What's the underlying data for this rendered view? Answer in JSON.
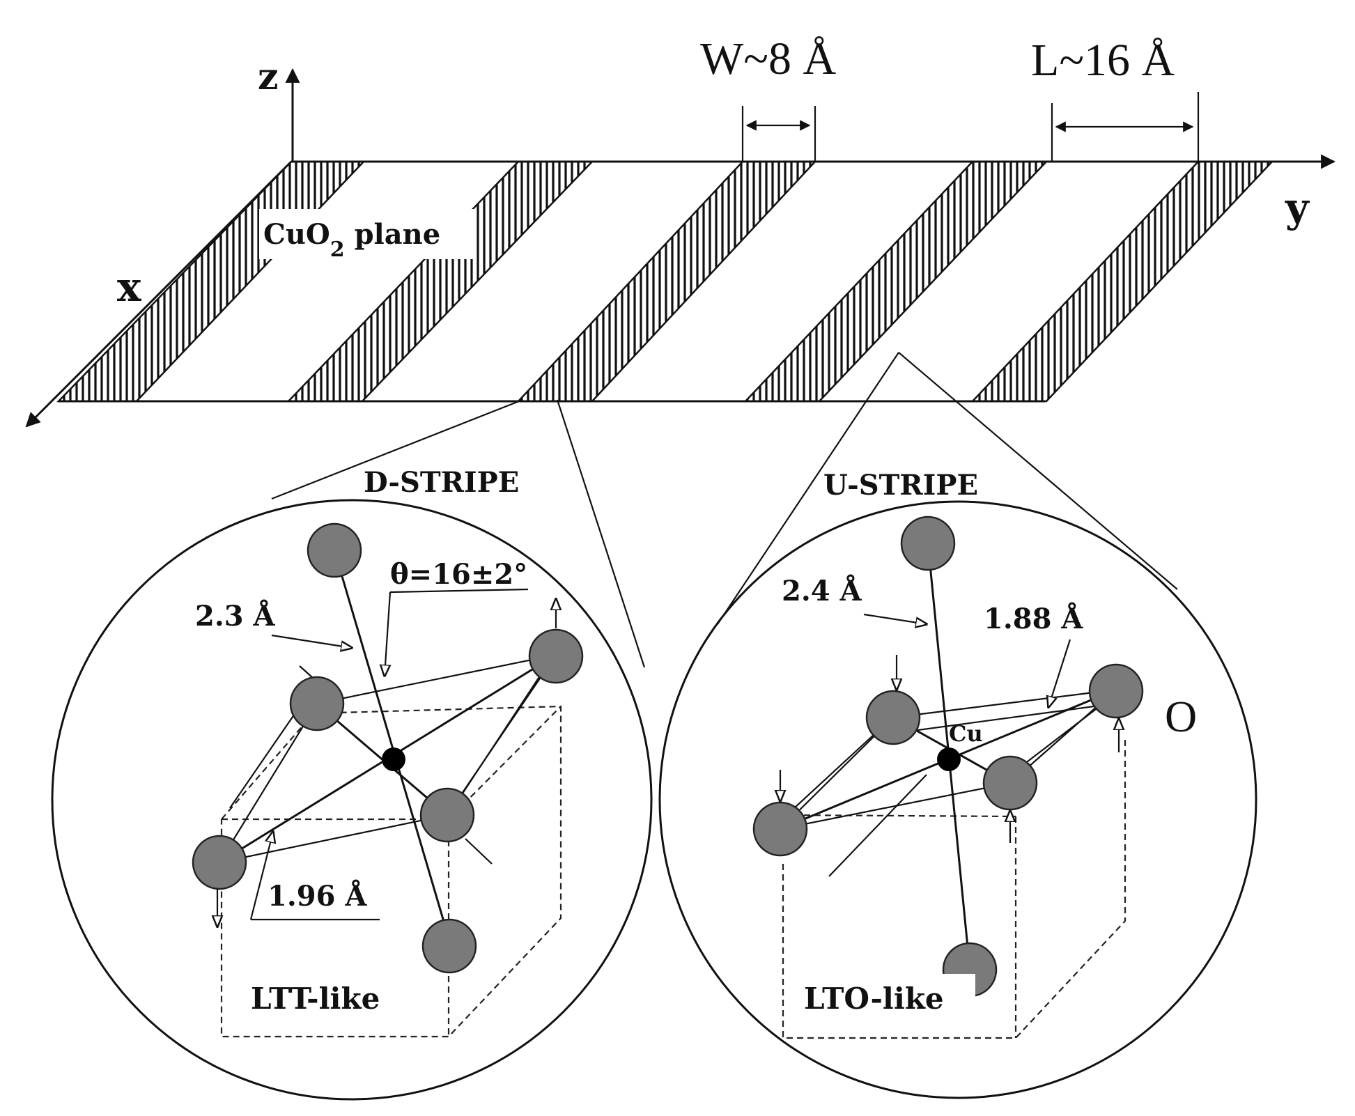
{
  "axes": {
    "z": "z",
    "y": "y",
    "x": "x"
  },
  "dimensions": {
    "width_label": "W~8 Å",
    "period_label": "L~16 Å"
  },
  "plane": {
    "label_main": "CuO",
    "label_sub": "2",
    "label_tail": " plane"
  },
  "stripes": {
    "d_stripe": {
      "title": "D-STRIPE",
      "apical_distance": "2.3 Å",
      "angle": "θ=16±2°",
      "planar_distance": "1.96 Å",
      "phase": "LTT-like"
    },
    "u_stripe": {
      "title": "U-STRIPE",
      "apical_distance": "2.4 Å",
      "planar_distance": "1.88 Å",
      "cu_label": "Cu",
      "o_label": "O",
      "phase": "LTO-like"
    }
  },
  "colors": {
    "atom_fill": "#7a7a7a",
    "cu_fill": "#000000",
    "line": "#111111"
  }
}
